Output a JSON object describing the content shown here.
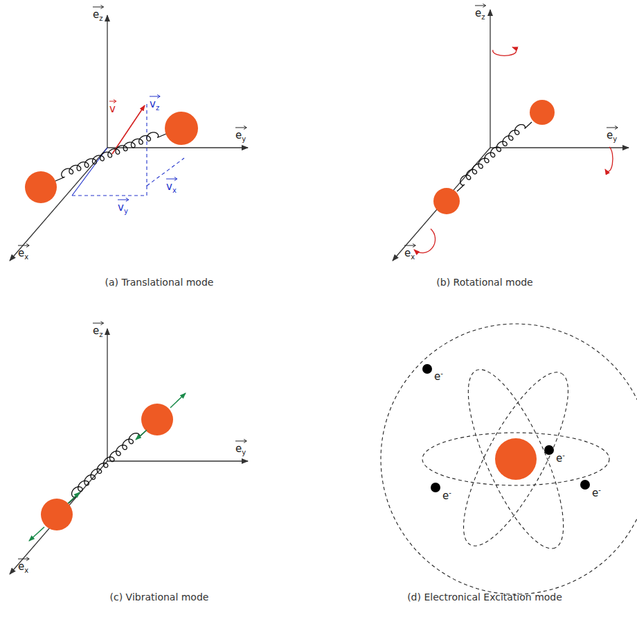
{
  "diagram": {
    "labels": [
      "ez",
      "v",
      "vz",
      "ey",
      "vx",
      "vy",
      "ex",
      "(a) Translational mode",
      "ez",
      "ey",
      "ex",
      "(b) Rotational mode",
      "ez",
      "ey",
      "ex",
      "(c) Vibrational mode",
      "e-",
      "e-",
      "e-",
      "e-",
      "(d) Electronical Excitation mode"
    ]
  }
}
